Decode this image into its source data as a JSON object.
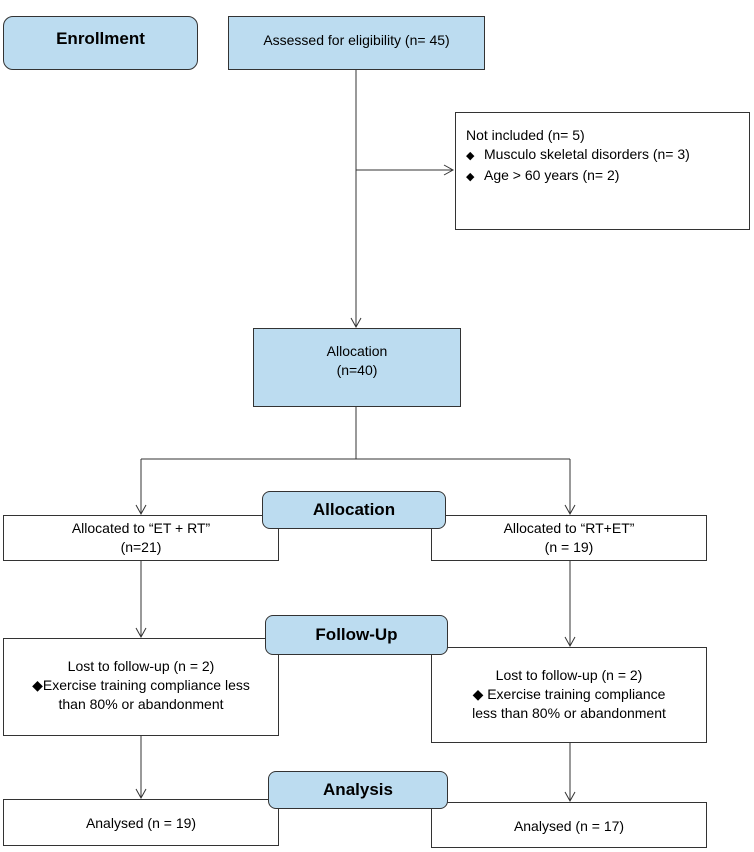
{
  "stages": {
    "enrollment": "Enrollment",
    "allocation": "Allocation",
    "follow_up": "Follow-Up",
    "analysis": "Analysis"
  },
  "assessed": "Assessed for eligibility (n= 45)",
  "not_included": {
    "title": "Not included (n= 5)",
    "bullet_symbol": "◆",
    "items": [
      "Musculo skeletal disorders (n= 3)",
      "Age  > 60 years (n= 2)"
    ]
  },
  "allocation_box": {
    "line1": "Allocation",
    "line2": "(n=40)"
  },
  "left": {
    "allocated_line1": "Allocated to  “ET  + RT”",
    "allocated_line2": "(n=21)",
    "lost_line1": "Lost to follow-up  (n = 2)",
    "lost_line2": "◆Exercise training compliance less",
    "lost_line3": "than 80% or abandonment",
    "analysed": "Analysed  (n = 19)"
  },
  "right": {
    "allocated_line1": "Allocated to “RT+ET”",
    "allocated_line2": "(n = 19)",
    "lost_line1": "Lost to follow-up  (n = 2)",
    "lost_line2": "◆  Exercise training compliance",
    "lost_line3": "less than 80% or abandonment",
    "analysed": "Analysed  (n = 17)"
  }
}
